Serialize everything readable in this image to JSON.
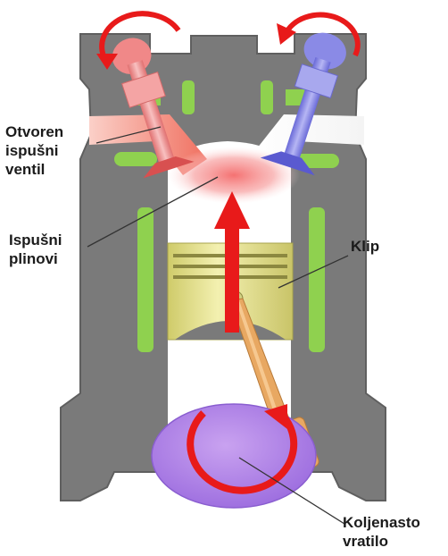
{
  "labels": {
    "exhaust_valve": {
      "line1": "Otvoren",
      "line2": "ispušni",
      "line3": "ventil"
    },
    "exhaust_gases": {
      "line1": "Ispušni",
      "line2": "plinovi"
    },
    "piston": {
      "line1": "Klip"
    },
    "crankshaft": {
      "line1": "Koljenasto",
      "line2": "vratilo"
    }
  },
  "colors": {
    "engine_block": "#7a7a7a",
    "coolant": "#8fd14f",
    "exhaust": "#f07070",
    "intake_valve": "#8a8ae6",
    "piston": "#e8e496",
    "connecting_rod": "#e8a862",
    "crank_disc": "#b88ae8",
    "motion_arrow": "#e81a1a"
  },
  "state": {
    "stroke": "exhaust",
    "piston_motion": "up",
    "exhaust_valve": "open",
    "intake_valve": "closed"
  }
}
